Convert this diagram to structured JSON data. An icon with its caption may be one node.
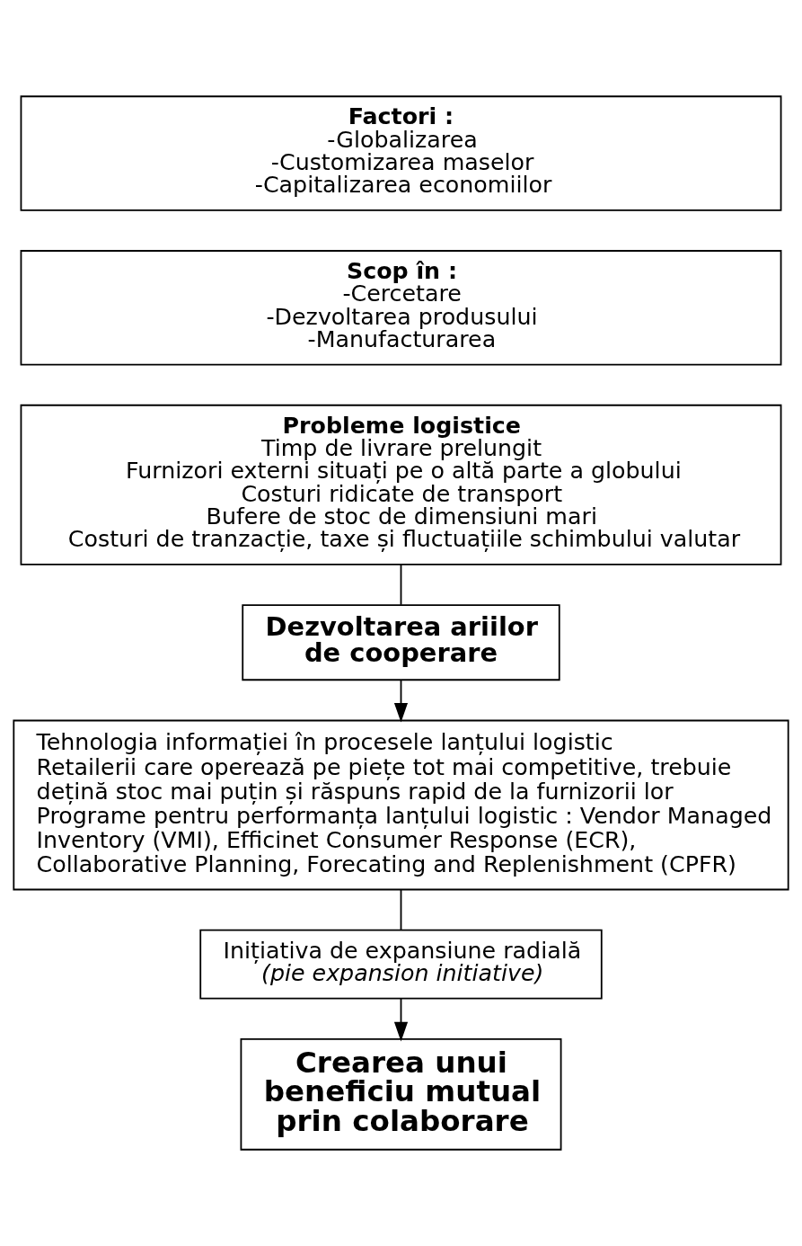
{
  "diagram": {
    "nodes": [
      {
        "text": [
          "Factori :",
          "-Globalizarea",
          "-Customizarea maselor",
          "-Capitalizarea economiilor"
        ]
      },
      {
        "text": [
          "Scop în :",
          "-Cercetare",
          "-Dezvoltarea produsului",
          "-Manufacturarea"
        ]
      },
      {
        "text": [
          "Probleme logistice",
          "Timp de livrare prelungit",
          "Furnizori externi situați pe o altă parte a globului",
          "Costuri ridicate de transport",
          "Bufere de stoc de dimensiuni mari",
          "Costuri de tranzacție, taxe și fluctuațiile schimbului valutar"
        ]
      },
      {
        "text": [
          "Dezvoltarea ariilor de cooperare"
        ]
      },
      {
        "text": [
          "Tehnologia informației în procesele lanțului logistic",
          "Retailerii care operează pe piețe tot mai competitive, trebuie dețină stoc mai puțin și răspuns rapid de la furnizorii lor",
          "Programe pentru performanța lanțului logistic : Vendor Managed Inventory (VMI), Efficinet Consumer Response (ECR), Collaborative Planning, Forecating and Replenishment (CPFR)"
        ]
      },
      {
        "text": [
          "Inițiativa de expansiune radială",
          "(pie expansion initiative)"
        ]
      },
      {
        "text": [
          "Crearea unui beneficiu mutual prin colaborare"
        ]
      }
    ],
    "edges": [
      {
        "from": 2,
        "to": 3,
        "arrow": "none"
      },
      {
        "from": 3,
        "to": 4,
        "arrow": "to"
      },
      {
        "from": 4,
        "to": 5,
        "arrow": "none"
      },
      {
        "from": 5,
        "to": 6,
        "arrow": "to"
      }
    ]
  }
}
